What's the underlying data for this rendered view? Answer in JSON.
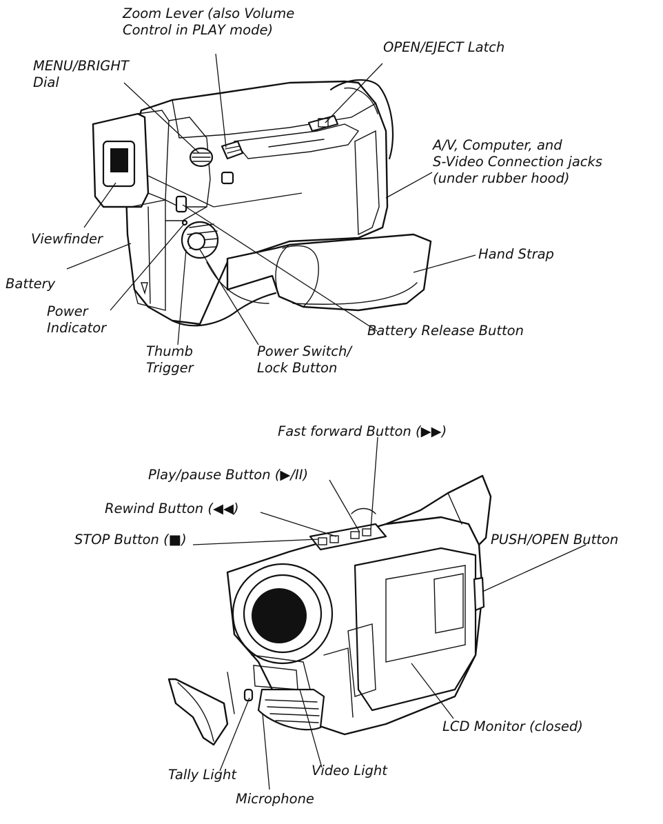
{
  "top_figure": {
    "labels": {
      "zoom_lever": [
        "Zoom Lever (also Volume",
        "Control in PLAY mode)"
      ],
      "open_eject_latch": "OPEN/EJECT Latch",
      "menu_bright_dial": [
        "MENU/BRIGHT",
        "Dial"
      ],
      "av_jacks": [
        "A/V, Computer, and",
        "S-Video Connection jacks",
        "(under rubber hood)"
      ],
      "viewfinder": "Viewfinder",
      "hand_strap": "Hand Strap",
      "battery": "Battery",
      "power_indicator": [
        "Power",
        "Indicator"
      ],
      "battery_release": "Battery Release Button",
      "thumb_trigger": [
        "Thumb",
        "Trigger"
      ],
      "power_switch": [
        "Power Switch/",
        "Lock Button"
      ]
    }
  },
  "bottom_figure": {
    "labels": {
      "fast_forward": "Fast forward Button (▶▶)",
      "play_pause": "Play/pause Button (▶/II)",
      "rewind": "Rewind Button (◀◀)",
      "stop": "STOP Button (■)",
      "push_open": "PUSH/OPEN Button",
      "lcd_monitor": "LCD Monitor (closed)",
      "tally_light": "Tally Light",
      "video_light": "Video Light",
      "microphone": "Microphone"
    }
  }
}
